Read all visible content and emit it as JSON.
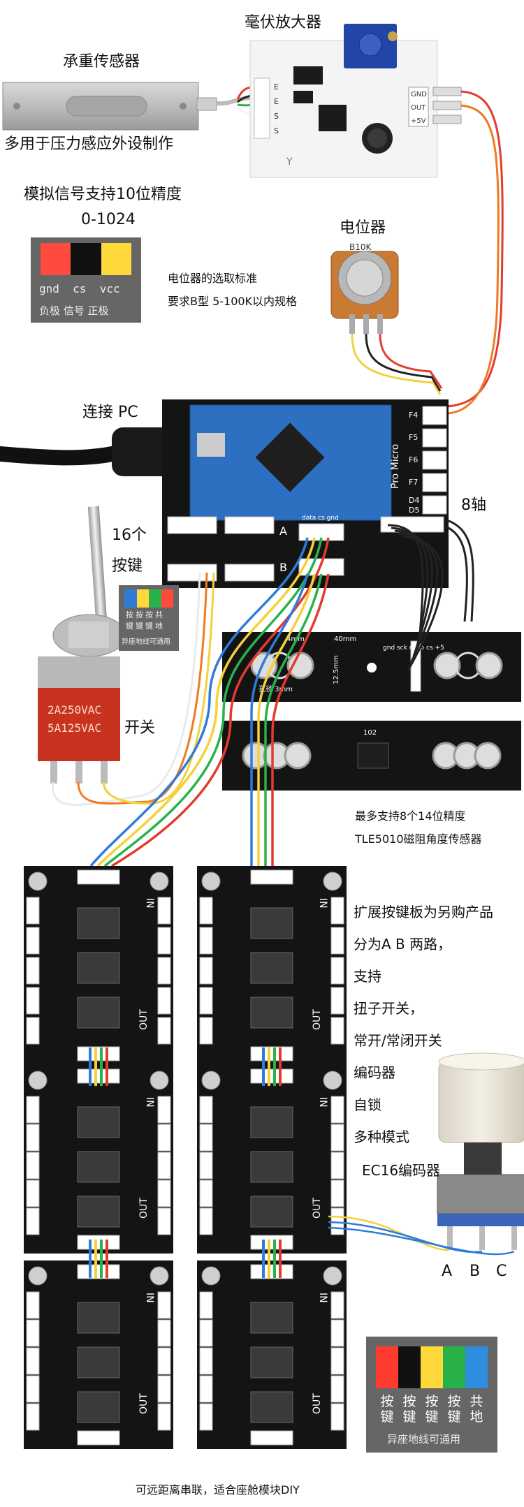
{
  "labels": {
    "load_cell": "承重传感器",
    "load_cell_use": "多用于压力感应外设制作",
    "amplifier": "毫伏放大器",
    "analog_precision": "模拟信号支持10位精度",
    "analog_range": "0-1024",
    "potentiometer": "电位器",
    "pot_select": "电位器的选取标准",
    "pot_spec": "要求B型 5-100K以内规格",
    "connect_pc": "连接 PC",
    "eight_axis": "8轴",
    "keys_count": "16个",
    "keys": "按键",
    "switch": "开关",
    "sensor_max": "最多支持8个14位精度",
    "sensor_name": "TLE5010磁阻角度传感器",
    "ext_board": "扩展按键板为另购产品",
    "ab_split": "分为A B 两路，",
    "support": "支持",
    "toggle": "扭子开关，",
    "no_nc": "常开/常闭开关",
    "encoder": "编码器",
    "self_lock": "自锁",
    "modes": "多种模式",
    "ec16": "EC16编码器",
    "enc_a": "A",
    "enc_b": "B",
    "enc_c": "C",
    "footer": "可远距离串联，适合座舱模块DIY"
  },
  "legend_top": {
    "colors": [
      "#ff4a3d",
      "#111111",
      "#ffd83a"
    ],
    "codes": "gnd  cs  vcc",
    "names": "负极 信号 正极"
  },
  "legend_small": {
    "colors": [
      "#2f7cd8",
      "#ffd83a",
      "#2ab24a",
      "#ff4a3d"
    ],
    "row1": "按按按共",
    "row2": "键键键地",
    "note": "异座地线可通用"
  },
  "legend_big": {
    "colors": [
      "#ff3b2f",
      "#111111",
      "#ffd83a",
      "#2ab24a",
      "#2f8de0"
    ],
    "col1": "按键",
    "col2": "按键",
    "col3": "按键",
    "col4": "按键",
    "col5": "共地",
    "note": "异座地线可通用"
  },
  "pcb": {
    "amp_pins_left": [
      "E",
      "E",
      "S",
      "S"
    ],
    "amp_pins_right": [
      "GND",
      "OUT",
      "+5V"
    ],
    "amp_code": "Y",
    "pot_label": "B10K",
    "main_ports": [
      "F4",
      "F5",
      "F6",
      "F7",
      "D4",
      "D5"
    ],
    "row_a": "A",
    "row_b": "B",
    "spi": "data cs gnd",
    "sensor_pins": "gnd sck miso cs +5",
    "sensor_dim1": "4mm",
    "sensor_dim2": "40mm",
    "sensor_dim3": "12.5mm",
    "sensor_hole": "孔径 3mm",
    "chip_code": "102",
    "in": "IN",
    "out": "OUT",
    "switch_rating1": "2A250VAC",
    "switch_rating2": "5A125VAC",
    "board_name": "Pro Micro"
  },
  "colors": {
    "pcb": "#141414",
    "wire_red": "#e23b2e",
    "wire_black": "#222222",
    "wire_yellow": "#f2d23a",
    "wire_blue": "#2f7cd8",
    "wire_green": "#2ab24a",
    "wire_orange": "#ef7a22",
    "promicro": "#2d6fc0"
  }
}
